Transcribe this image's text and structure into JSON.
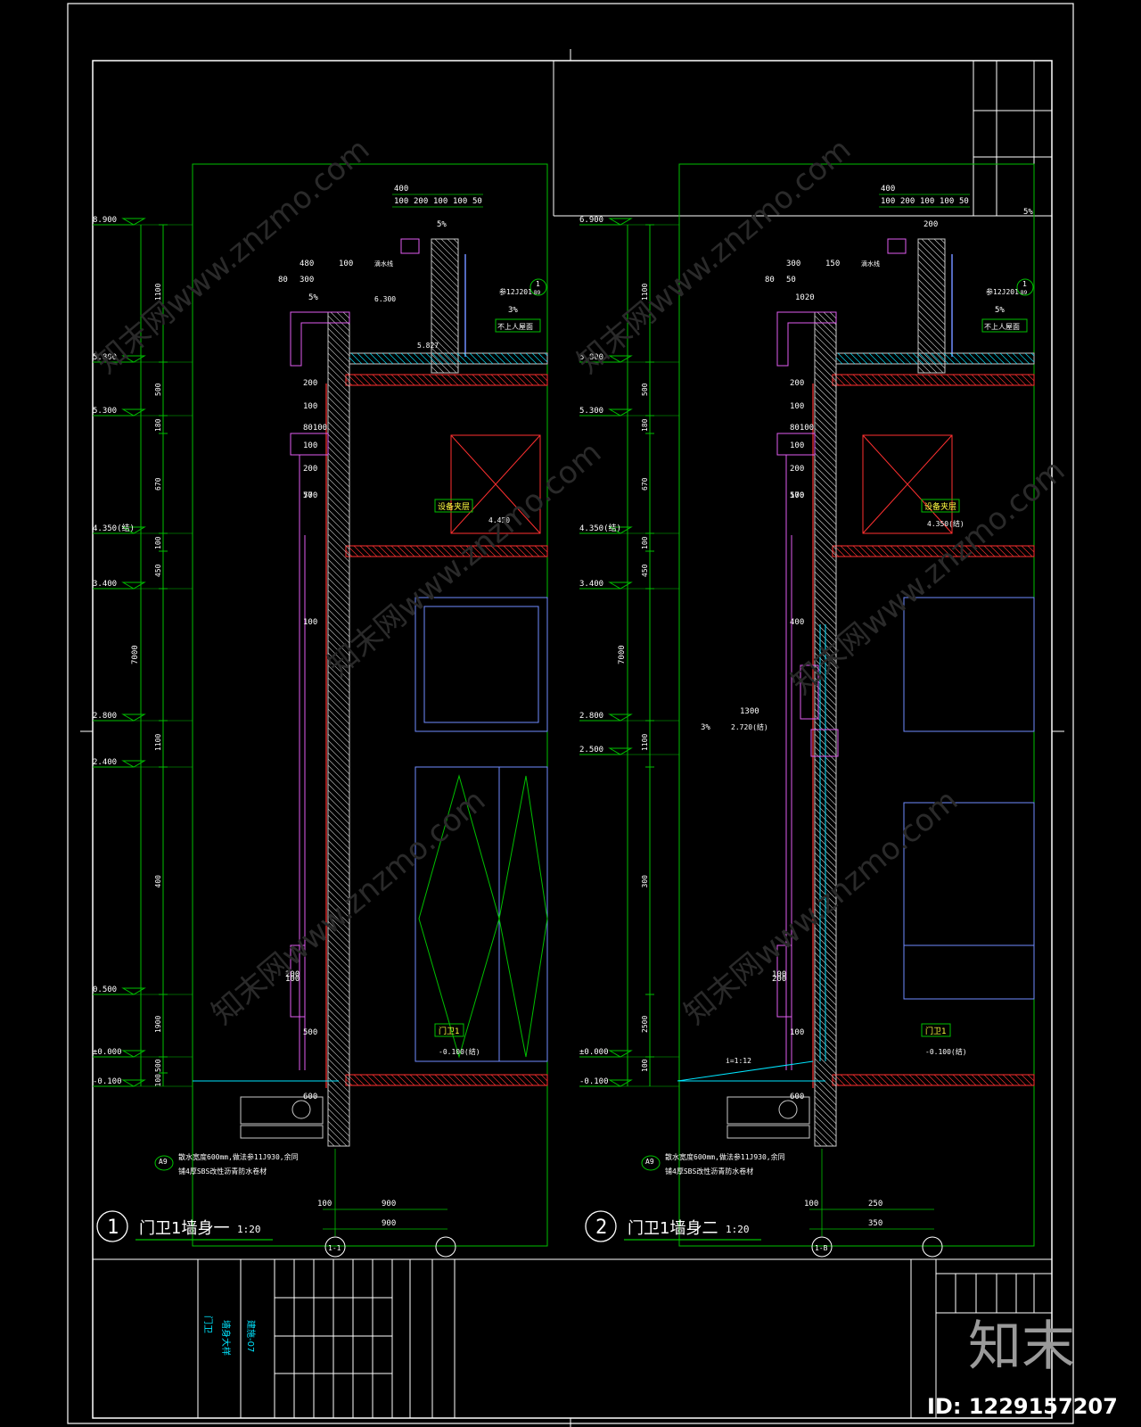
{
  "colors": {
    "background": "#000000",
    "frame": "#ffffff",
    "grid": "#00c000",
    "wall": "#ff3030",
    "structure": "#c8c8c8",
    "window": "#6f8cff",
    "cladding": "#e05cf0",
    "cyan": "#00e5ff",
    "yellow": "#ffff40",
    "text": "#ffffff"
  },
  "watermark": {
    "text": "知末网www.znzmo.com",
    "logo": "知末",
    "id": "ID: 1229157207"
  },
  "details": [
    {
      "number": "1",
      "title": "门卫1墙身一",
      "scale": "1:20",
      "axis": "1-1",
      "bottom_dims": [
        "100",
        "900",
        "900"
      ],
      "elevations": [
        "8.900",
        "5.800",
        "5.300",
        "4.350(结)",
        "3.400",
        "2.800",
        "2.400",
        "0.500",
        "±0.000",
        "-0.100"
      ],
      "vertical_dims": [
        "1100",
        "500",
        "180",
        "670",
        "100",
        "450",
        "7000",
        "1100",
        "400",
        "1900",
        "500",
        "100"
      ],
      "top_dims": [
        "400",
        "100",
        "200",
        "100",
        "100",
        "50",
        "480",
        "80",
        "300",
        "100",
        "5%",
        "5%",
        "3%"
      ],
      "labels": {
        "roof": "不上人屋面",
        "room_top": "设备夹层",
        "room_bottom": "门卫1",
        "level_6300": "6.300",
        "level_5827": "5.827",
        "level_4450": "4.450",
        "level_m0100": "-0.100(结)",
        "drip": "滴水线",
        "ref": "参12J201",
        "bubble": "1",
        "bubble_sub": "B9",
        "note": "散水宽度600mm,做法参11J930,余同",
        "note2": "铺4厚SBS改性沥青防水卷材",
        "index": "A9"
      },
      "plan_dims": [
        "200",
        "100",
        "80100",
        "100",
        "200",
        "50",
        "770",
        "100",
        "200",
        "100",
        "500",
        "600"
      ]
    },
    {
      "number": "2",
      "title": "门卫1墙身二",
      "scale": "1:20",
      "axis": "1-B",
      "bottom_dims": [
        "100",
        "250",
        "350"
      ],
      "elevations": [
        "6.900",
        "5.800",
        "5.300",
        "4.350(结)",
        "3.400",
        "2.800",
        "2.500",
        "±0.000",
        "-0.100"
      ],
      "vertical_dims": [
        "1100",
        "500",
        "180",
        "670",
        "100",
        "450",
        "7000",
        "1100",
        "300",
        "2500",
        "100"
      ],
      "top_dims": [
        "400",
        "100",
        "200",
        "100",
        "100",
        "50",
        "300",
        "80",
        "50",
        "150",
        "200",
        "1020",
        "5%",
        "5%"
      ],
      "labels": {
        "roof": "不上人屋面",
        "room_top": "设备夹层",
        "room_bottom": "门卫1",
        "level_4350": "4.350(结)",
        "level_m0100": "-0.100(结)",
        "level_2720": "2.720(结)",
        "dim_1300": "1300",
        "slope": "i=1:12",
        "pct3": "3%",
        "drip": "滴水线",
        "ref": "参12J201",
        "bubble": "1",
        "bubble_sub": "B9",
        "note": "散水宽度600mm,做法参11J930,余同",
        "note2": "铺4厚SBS改性沥青防水卷材",
        "index": "A9"
      },
      "plan_dims": [
        "200",
        "100",
        "80100",
        "100",
        "200",
        "570",
        "100",
        "400",
        "100",
        "200",
        "100",
        "600"
      ]
    }
  ],
  "title_block": {
    "project": "门卫",
    "drawing": "墙身大样",
    "sheet_no": "建施-07"
  }
}
